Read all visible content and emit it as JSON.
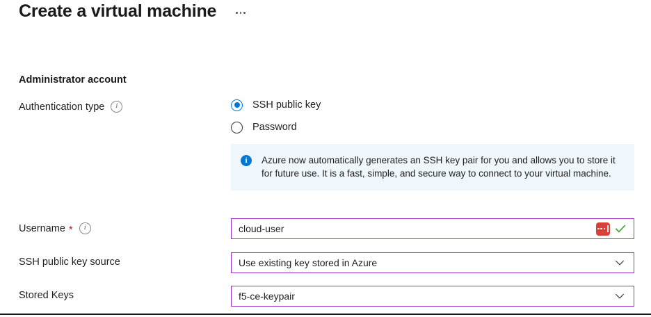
{
  "header": {
    "title": "Create a virtual machine",
    "overflow_menu_icon": "ellipsis-horizontal-icon"
  },
  "form": {
    "section_heading": "Administrator account",
    "auth_type": {
      "label": "Authentication type",
      "info_icon": "info-outline-icon",
      "options": [
        {
          "label": "SSH public key",
          "selected": true
        },
        {
          "label": "Password",
          "selected": false
        }
      ]
    },
    "info_banner": {
      "icon": "info-filled-icon",
      "text": "Azure now automatically generates an SSH key pair for you and allows you to store it for future use. It is a fast, simple, and secure way to connect to your virtual machine.",
      "background": "#eff6fc",
      "icon_color": "#0078d4"
    },
    "username": {
      "label": "Username",
      "required_marker": "*",
      "info_icon": "info-outline-icon",
      "value": "cloud-user",
      "placeholder": "",
      "autofill_icon": "password-manager-icon",
      "validation_icon": "checkmark-icon",
      "validation_color": "#107c10"
    },
    "ssh_key_source": {
      "label": "SSH public key source",
      "value": "Use existing key stored in Azure",
      "chevron_icon": "chevron-down-icon"
    },
    "stored_keys": {
      "label": "Stored Keys",
      "value": "f5-ce-keypair",
      "chevron_icon": "chevron-down-icon"
    }
  },
  "theme": {
    "accent_blue": "#0078d4",
    "field_border_purple": "#9b30c9",
    "required_red": "#a4262c",
    "autofill_red": "#d9403a"
  }
}
